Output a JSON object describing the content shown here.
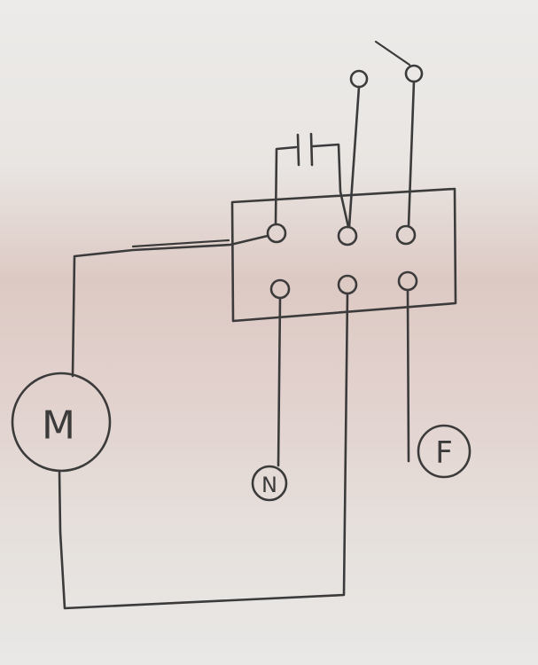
{
  "diagram": {
    "motor_label": "M",
    "neutral_label": "N",
    "phase_label": "F",
    "ink_color": "#3c3b3b"
  }
}
